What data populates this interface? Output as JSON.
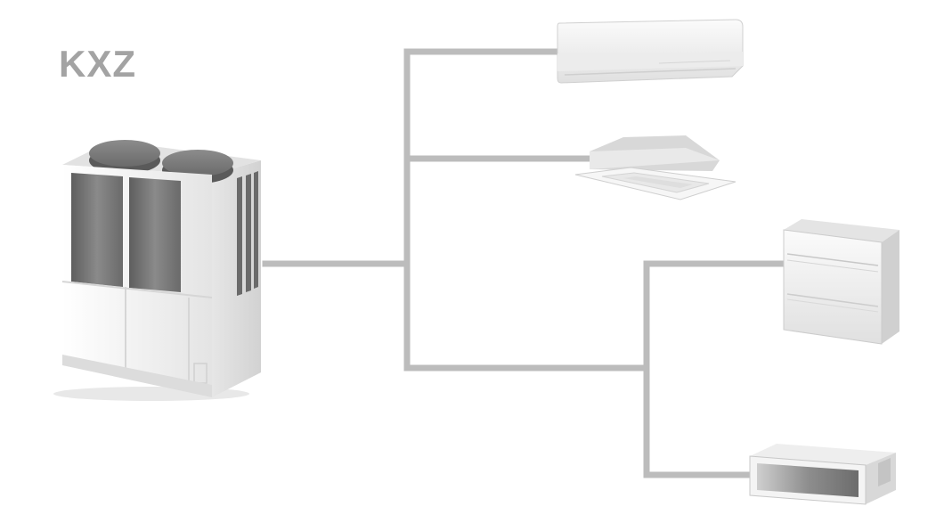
{
  "brand": {
    "label": "KXZ"
  },
  "colors": {
    "pipe": "#bcbcbc",
    "brand_text": "#a3a3a3",
    "unit_body": "#f2f2f2",
    "unit_dark": "#6e6e6e"
  },
  "units": [
    {
      "id": "outdoor-unit",
      "icon": "outdoor-condenser-icon"
    },
    {
      "id": "wall-mounted-unit",
      "icon": "wall-mounted-ac-icon"
    },
    {
      "id": "cassette-unit",
      "icon": "ceiling-cassette-icon"
    },
    {
      "id": "floor-standing-unit",
      "icon": "floor-console-icon"
    },
    {
      "id": "ducted-unit",
      "icon": "ducted-unit-icon"
    }
  ]
}
